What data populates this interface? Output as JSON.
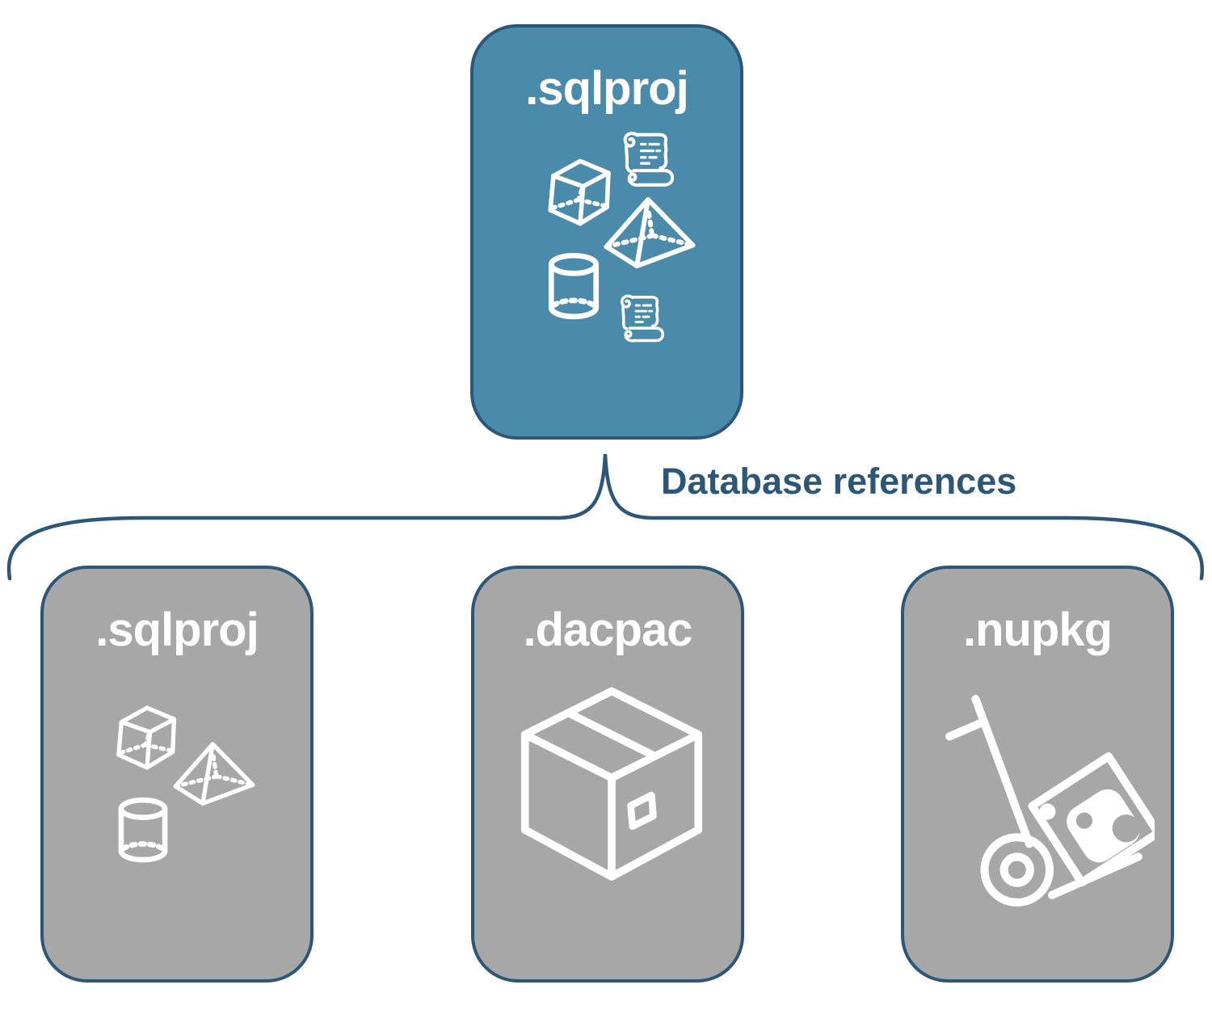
{
  "diagram": {
    "root_node": {
      "label": ".sqlproj",
      "icons": [
        "scroll-icon",
        "cube-icon",
        "pyramid-icon",
        "cylinder-icon",
        "scroll-icon"
      ]
    },
    "connector_label": "Database references",
    "child_nodes": [
      {
        "label": ".sqlproj",
        "icons": [
          "cube-icon",
          "pyramid-icon",
          "cylinder-icon"
        ]
      },
      {
        "label": ".dacpac",
        "icons": [
          "package-box-icon"
        ]
      },
      {
        "label": ".nupkg",
        "icons": [
          "hand-truck-package-icon"
        ]
      }
    ],
    "colors": {
      "root_fill": "#4a8bac",
      "child_fill": "#a7a7a7",
      "outline": "#2c5778",
      "label_text": "#ffffff",
      "connector_text": "#2c5778",
      "background": "#ffffff"
    }
  }
}
